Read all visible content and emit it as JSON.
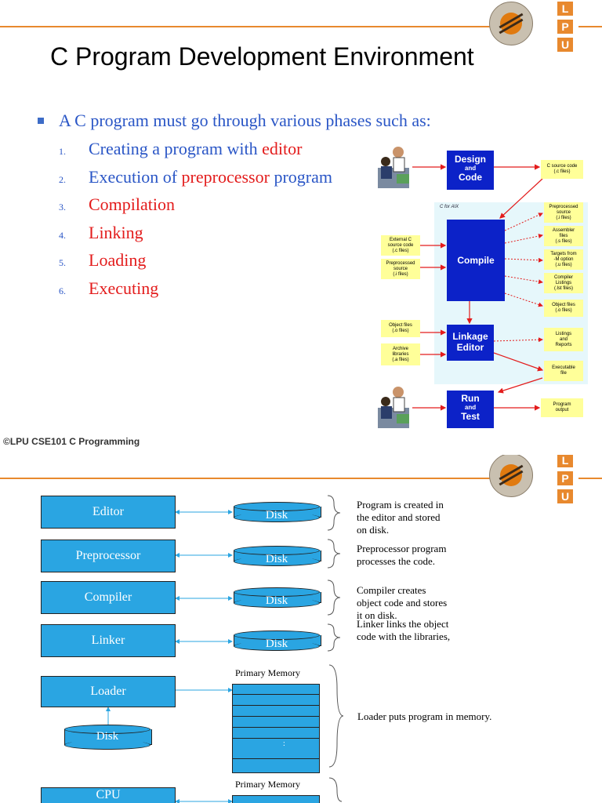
{
  "slide1": {
    "title": "C Program Development Environment",
    "lead": "A C program must go through various phases such as:",
    "phases": [
      {
        "num": "1.",
        "parts": [
          {
            "text": "Creating a program with ",
            "color": "blue"
          },
          {
            "text": "editor",
            "color": "red"
          }
        ]
      },
      {
        "num": "2.",
        "parts": [
          {
            "text": "Execution of ",
            "color": "blue"
          },
          {
            "text": "preprocessor",
            "color": "red"
          },
          {
            "text": " program",
            "color": "blue"
          }
        ]
      },
      {
        "num": "3.",
        "parts": [
          {
            "text": "Compilation",
            "color": "red"
          }
        ]
      },
      {
        "num": "4.",
        "parts": [
          {
            "text": "Linking",
            "color": "red"
          }
        ]
      },
      {
        "num": "5.",
        "parts": [
          {
            "text": "Loading",
            "color": "red"
          }
        ]
      },
      {
        "num": "6.",
        "parts": [
          {
            "text": "Executing",
            "color": "red"
          }
        ]
      }
    ],
    "footer": "©LPU CSE101 C Programming",
    "logo_letters": [
      "L",
      "P",
      "U"
    ],
    "diagram": {
      "design": [
        "Design",
        "and",
        "Code"
      ],
      "compile": "Compile",
      "linkage": [
        "Linkage",
        "Editor"
      ],
      "run": [
        "Run",
        "and",
        "Test"
      ],
      "panel_label": "C for AIX",
      "c_source": [
        "C source code",
        "(.c files)"
      ],
      "inputs_compile": [
        [
          "External C",
          "source code",
          "(.c files)"
        ],
        [
          "Preprocessed",
          "source",
          "(.i files)"
        ]
      ],
      "inputs_link": [
        [
          "Object files",
          "(.o files)"
        ],
        [
          "Archive",
          "libraries",
          "(.a files)"
        ]
      ],
      "outputs_compile": [
        [
          "Preprocessed",
          "source",
          "(.i files)"
        ],
        [
          "Assembler",
          "files",
          "(.s files)"
        ],
        [
          "Targets from",
          "-M option",
          "(.u files)"
        ],
        [
          "Compiler",
          "Listings",
          "(.lst files)"
        ],
        [
          "Object files",
          "(.o files)"
        ]
      ],
      "outputs_link": [
        [
          "Listings",
          "and",
          "Reports"
        ],
        [
          "Executable",
          "file"
        ]
      ],
      "program_output": [
        "Program",
        "output"
      ]
    }
  },
  "slide2": {
    "logo_letters": [
      "L",
      "P",
      "U"
    ],
    "stages": [
      "Editor",
      "Preprocessor",
      "Compiler",
      "Linker"
    ],
    "disk_label": "Disk",
    "descriptions": [
      [
        "Program is created in",
        "the editor and stored",
        "on disk."
      ],
      [
        "Preprocessor program",
        "processes the code."
      ],
      [
        "Compiler creates",
        "object code and stores",
        "it on disk."
      ],
      [
        "Linker links the object",
        "code with the libraries,"
      ]
    ],
    "loader": "Loader",
    "loader_disk": "Disk",
    "primary_memory": "Primary Memory",
    "loader_desc": "Loader puts program in memory.",
    "ellipsis": ":",
    "cpu": "CPU",
    "primary_memory_2": "Primary Memory"
  },
  "colors": {
    "accent": "#e8892e",
    "title_blue": "#2a56c6",
    "red": "#e31c1c",
    "box_blue": "#0c22c8",
    "sky": "#2aa5e2"
  }
}
